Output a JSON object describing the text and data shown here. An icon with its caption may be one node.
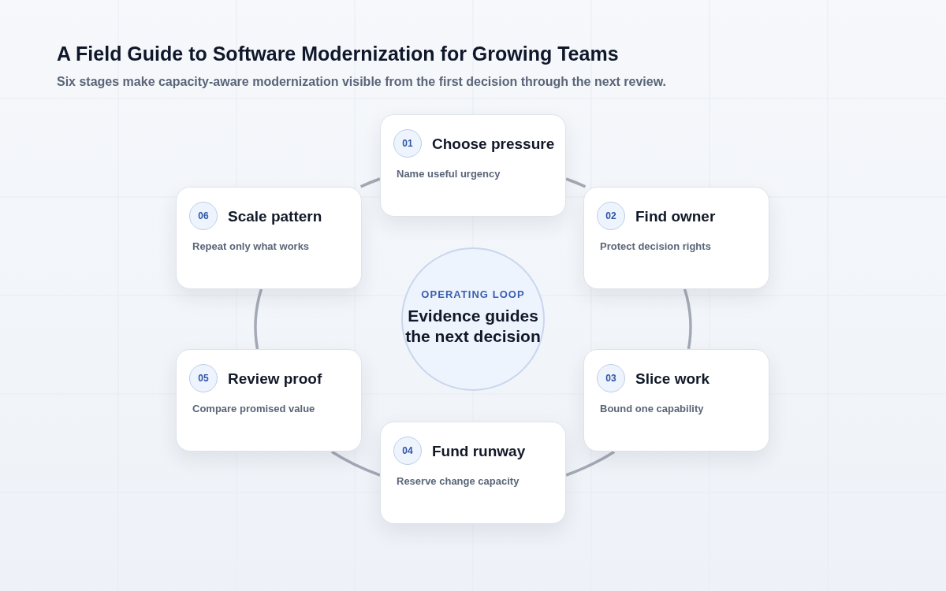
{
  "diagram": {
    "title": "A Field Guide to Software Modernization for Growing Teams",
    "caption": "Six stages make capacity-aware modernization visible from the first decision through the next review.",
    "nodes": [
      {
        "text": [
          "01",
          "Choose pressure",
          "Name useful urgency"
        ]
      },
      {
        "text": [
          "02",
          "Find owner",
          "Protect decision rights"
        ]
      },
      {
        "text": [
          "03",
          "Slice work",
          "Bound one capability"
        ]
      },
      {
        "text": [
          "04",
          "Fund runway",
          "Reserve change capacity"
        ]
      },
      {
        "text": [
          "05",
          "Review proof",
          "Compare promised value"
        ]
      },
      {
        "text": [
          "06",
          "Scale pattern",
          "Repeat only what works"
        ]
      },
      {
        "text": [
          "OPERATING LOOP",
          "Evidence guides the next decision"
        ]
      }
    ],
    "edges": [
      {
        "from": 0,
        "to": 1,
        "arrow": "none"
      },
      {
        "from": 1,
        "to": 2,
        "arrow": "none"
      },
      {
        "from": 2,
        "to": 3,
        "arrow": "none"
      },
      {
        "from": 3,
        "to": 4,
        "arrow": "none"
      },
      {
        "from": 4,
        "to": 5,
        "arrow": "none"
      },
      {
        "from": 5,
        "to": 0,
        "arrow": "none"
      }
    ]
  }
}
